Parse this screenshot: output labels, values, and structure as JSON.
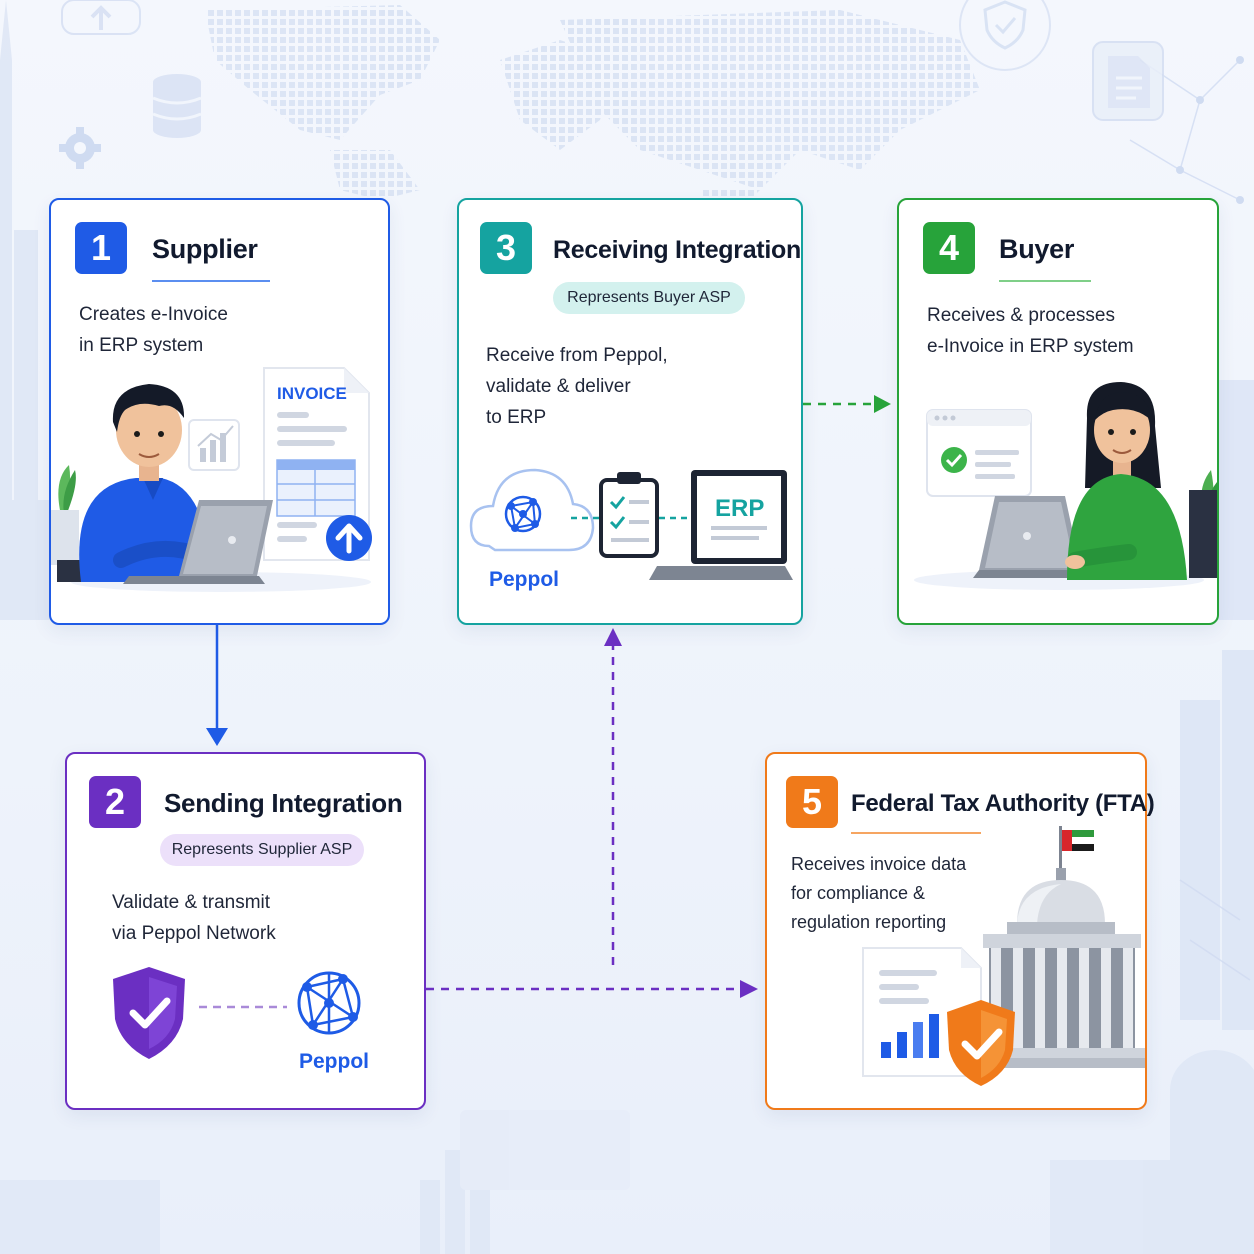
{
  "colors": {
    "supplier": "#1f5be6",
    "sending": "#6b2fc2",
    "receiving": "#15a3a0",
    "buyer": "#27a33a",
    "fta": "#f07a1a",
    "peppol_label": "#1e5be6"
  },
  "steps": {
    "supplier": {
      "number": "1",
      "title": "Supplier",
      "desc": [
        "Creates e-Invoice",
        "in ERP system"
      ],
      "invoice_label": "INVOICE"
    },
    "sending": {
      "number": "2",
      "title": "Sending Integration",
      "pill": "Represents Supplier ASP",
      "desc": [
        "Validate & transmit",
        "via Peppol Network"
      ],
      "peppol_label": "Peppol"
    },
    "receiving": {
      "number": "3",
      "title": "Receiving Integration",
      "pill": "Represents Buyer ASP",
      "desc": [
        "Receive from Peppol,",
        "validate & deliver",
        "to ERP"
      ],
      "peppol_label": "Peppol",
      "erp_label": "ERP"
    },
    "buyer": {
      "number": "4",
      "title": "Buyer",
      "desc": [
        "Receives & processes",
        "e-Invoice in ERP system"
      ]
    },
    "fta": {
      "number": "5",
      "title": "Federal Tax Authority (FTA)",
      "desc": [
        "Receives invoice data",
        "for compliance &",
        "regulation reporting"
      ]
    }
  },
  "icons": [
    "upload-cloud-icon",
    "database-icon",
    "gear-icon",
    "shield-check-icon",
    "document-icon",
    "world-map-icon",
    "chart-icon",
    "invoice-document-icon",
    "upload-arrow-icon",
    "peppol-network-icon",
    "checklist-clipboard-icon",
    "laptop-icon",
    "browser-window-icon",
    "check-icon",
    "government-building-icon",
    "uae-flag-icon",
    "bar-chart-icon"
  ]
}
